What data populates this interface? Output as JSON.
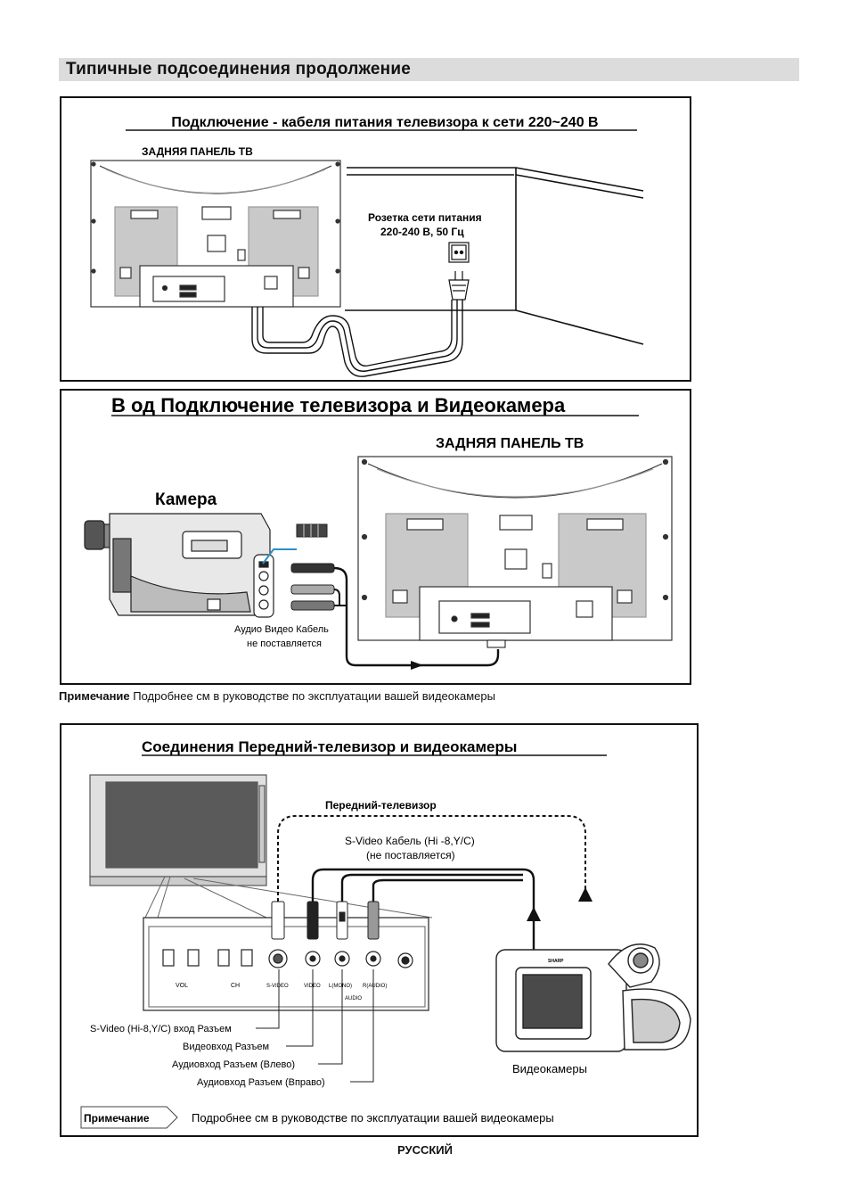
{
  "header": {
    "title": "Типичные  подсоединения   продолжение"
  },
  "section1": {
    "title": "Подключение - кабеля питания телевизора к сети 220~240 В",
    "panel_label": "ЗАДНЯЯ ПАНЕЛЬ ТВ",
    "socket_line1": "Розетка сети питания",
    "socket_line2": "220-240 В, 50 Гц"
  },
  "section2": {
    "title": "В  од Подключение  телевизора и Видеокамера",
    "panel_label": "ЗАДНЯЯ ПАНЕЛЬ ТВ",
    "camera_label": "Камера",
    "cable_line1": "Аудио Видео Кабель",
    "cable_line2": "не поставляется"
  },
  "note1": {
    "label": "Примечание",
    "text": " Подробнее см  в руководстве по эксплуатации вашей видеокамеры"
  },
  "section3": {
    "title": "Соединения Передний-телевизор и видеокамеры",
    "front_tv_label": "Передний-телевизор",
    "svideo_line1": "S-Video Кабель (Hi -8,Y/C)",
    "svideo_line2": "(не поставляется)",
    "jacks": {
      "vol": "VOL",
      "ch": "CH",
      "svideo": "S-VIDEO",
      "video": "VIDEO",
      "l_mono": "L(MONO)",
      "r_audio": "R(AUDIO)",
      "audio": "AUDIO"
    },
    "callouts": [
      "S-Video (Hi-8,Y/C) вход Разъем",
      "Видеовход Разъем",
      "Аудиовход Разъем (Влево)",
      "Аудиовход Разъем (Вправо)"
    ],
    "camcorder_label": "Видеокамеры",
    "brand": "SHARP",
    "note_label": "Примечание",
    "note_text": "Подробнее см  в руководстве по эксплуатации вашей видеокамеры"
  },
  "footer": {
    "text": "РУССКИЙ"
  }
}
